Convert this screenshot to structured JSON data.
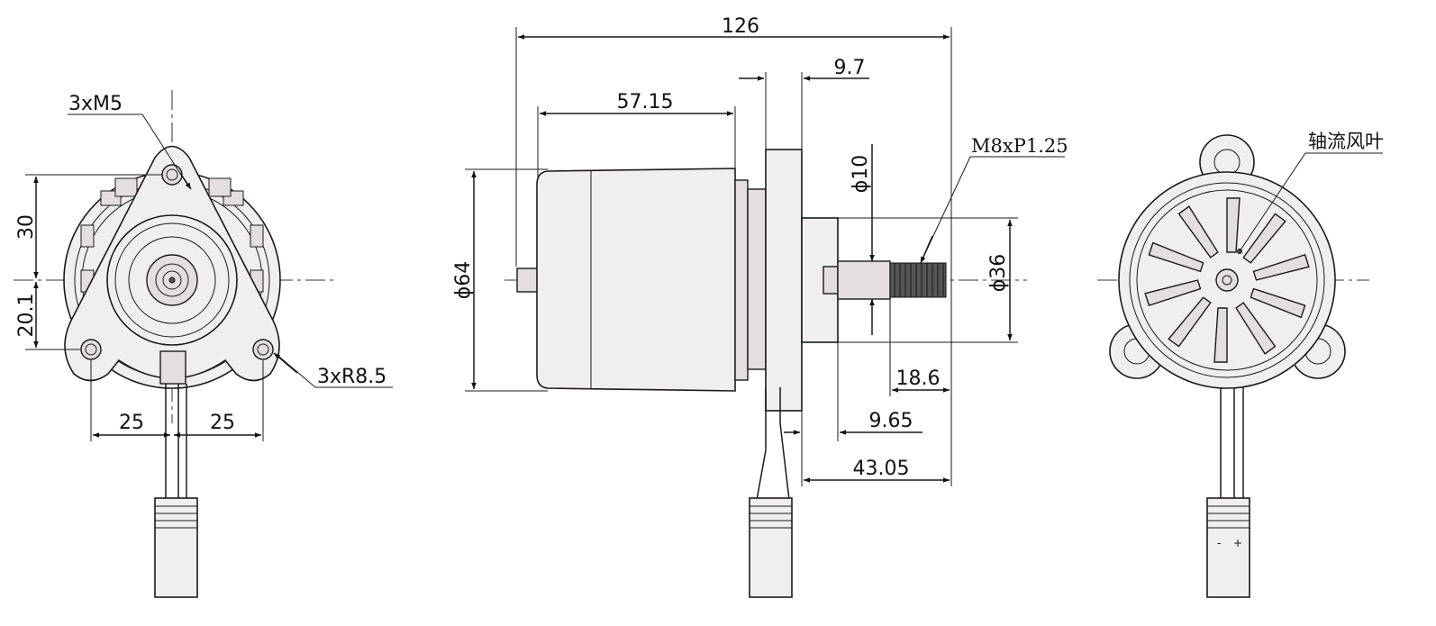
{
  "views": {
    "front": {
      "callout_holes": "3xM5",
      "callout_radius": "3xR8.5",
      "dim_height_top": "30",
      "dim_height_bottom": "20.1",
      "dim_left": "25",
      "dim_right": "25"
    },
    "side": {
      "dim_overall_length": "126",
      "dim_body_length": "57.15",
      "dim_flange": "9.7",
      "dim_body_diameter": "ϕ64",
      "dim_shaft_diameter": "ϕ10",
      "dim_boss_diameter": "ϕ36",
      "dim_thread_length": "18.6",
      "dim_shoulder": "9.65",
      "dim_front_length": "43.05",
      "thread_callout": "M8xP1.25"
    },
    "rear": {
      "callout_label": "轴流风叶",
      "connector_minus": "-",
      "connector_plus": "+"
    }
  }
}
